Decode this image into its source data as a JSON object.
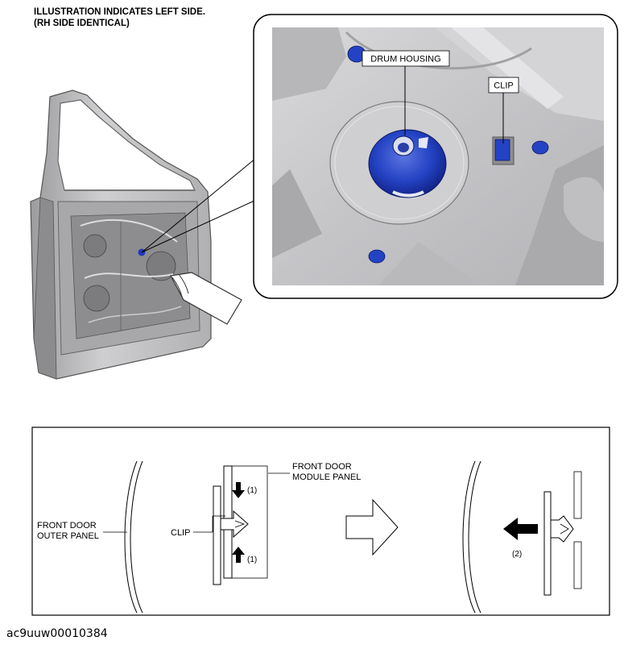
{
  "header": {
    "line1": "ILLUSTRATION INDICATES LEFT SIDE.",
    "line2": "(RH SIDE IDENTICAL)"
  },
  "callout": {
    "drum_housing_label": "DRUM HOUSING",
    "clip_label": "CLIP"
  },
  "procedure": {
    "outer_panel_line1": "FRONT DOOR",
    "outer_panel_line2": "OUTER PANEL",
    "module_panel_line1": "FRONT DOOR",
    "module_panel_line2": "MODULE PANEL",
    "clip_label": "CLIP",
    "step1_top": "(1)",
    "step1_bottom": "(1)",
    "step2": "(2)"
  },
  "footer": {
    "figure_id": "ac9uuw00010384"
  },
  "colors": {
    "part_highlight": "#1f3ab8",
    "panel_gray": "#c8c8ca",
    "panel_dark": "#9a9a9c"
  }
}
